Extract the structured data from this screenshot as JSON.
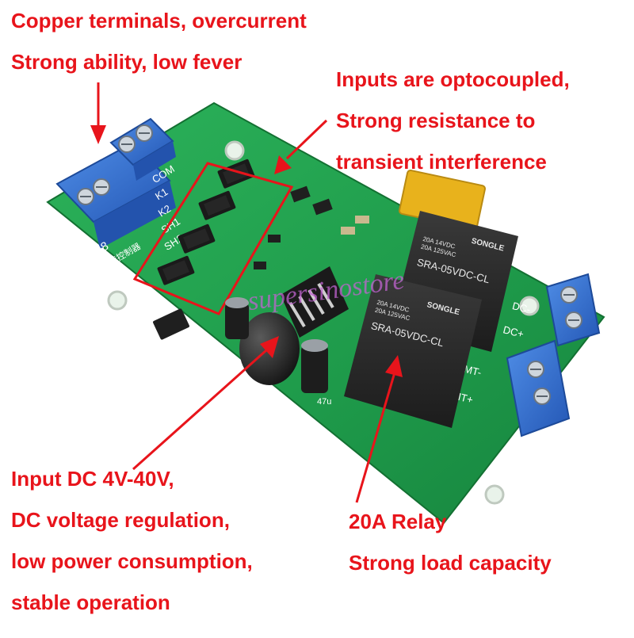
{
  "callouts": {
    "copper": [
      "Copper terminals, overcurrent",
      "Strong ability, low fever"
    ],
    "opto": [
      "Inputs are optocoupled,",
      "Strong resistance to",
      "transient interference"
    ],
    "input": [
      "Input DC 4V-40V,",
      "DC voltage regulation,",
      "low power consumption,",
      "stable operation"
    ],
    "relay": [
      "20A Relay",
      "Strong load capacity"
    ]
  },
  "board": {
    "model": "TKS—M8",
    "subtitle_cn": "直流电机正反转控制器",
    "left_labels": [
      "COM",
      "K1",
      "K2",
      "SH1",
      "SH2"
    ],
    "right_labels": [
      "DC-",
      "DC+",
      "MT-",
      "MT+"
    ],
    "relay_brand": "SONGLE",
    "relay_rating_1": "20A 14VDC",
    "relay_rating_2": "20A 125VAC",
    "relay_model": "SRA-05VDC-CL",
    "inductor_label": "47u"
  },
  "watermark": "supersinostore",
  "colors": {
    "callout": "#e8141b",
    "pcb": "#1e9a4a",
    "terminal": "#2f6fd1",
    "relay": "#2a2a2a",
    "capacitor_yellow": "#e8b21c"
  }
}
